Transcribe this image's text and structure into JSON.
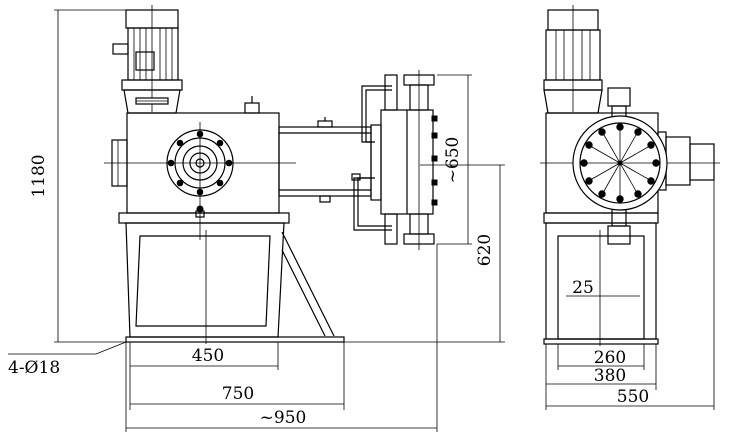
{
  "drawing": {
    "dimensions": {
      "height_total": "1180",
      "diaphragm_height": "~650",
      "inlet_height": "620",
      "bolt_holes": "4-Ø18",
      "base_width": "450",
      "frame_width": "750",
      "overall_length": "~950",
      "side_offset": "25",
      "side_base_inner": "260",
      "side_base_outer": "380",
      "side_overall": "550"
    }
  }
}
